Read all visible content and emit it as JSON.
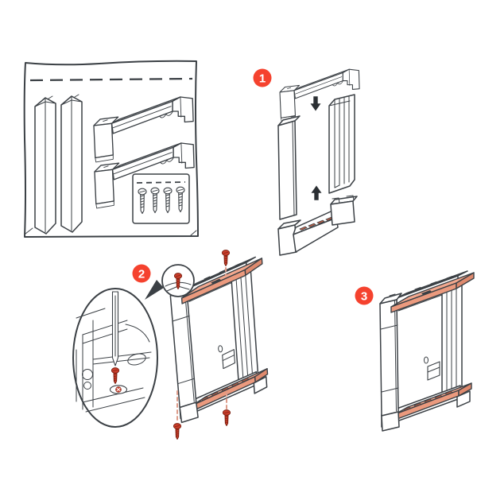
{
  "diagram": {
    "type": "assembly-instructions",
    "background": "#ffffff",
    "colors": {
      "line": "#3b4045",
      "badge": "#f5422e",
      "badge_text": "#ffffff",
      "plate_pink_top": "#f3a88e",
      "plate_pink_front": "#eb9a7e",
      "plate_pink_edge": "#df8a6e",
      "plate_slot": "#bf5f45",
      "screw_red": "#cd3f2c",
      "screw_outline": "#7c1f10",
      "dash_pink": "#dd9c8a"
    },
    "steps": [
      {
        "label": "1"
      },
      {
        "label": "2"
      },
      {
        "label": "3"
      }
    ],
    "bag": {
      "screw_count": "4"
    }
  }
}
